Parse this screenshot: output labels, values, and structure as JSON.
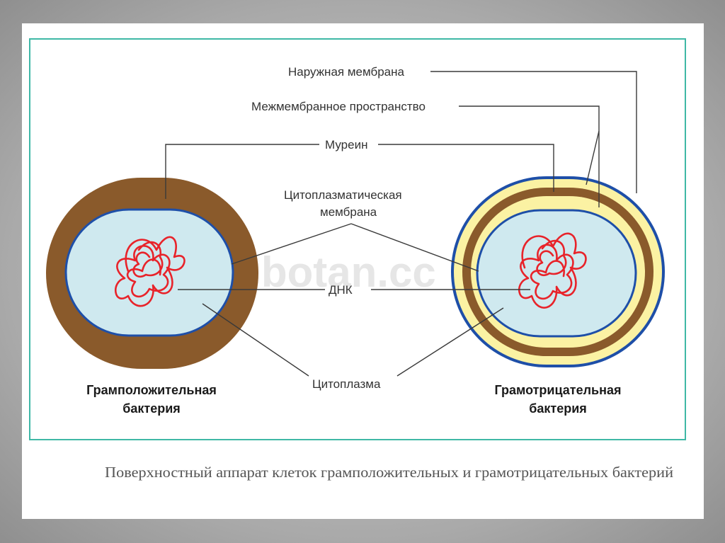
{
  "watermark": "botan.cc",
  "labels": {
    "outer_membrane": "Наружная мембрана",
    "intermembrane_space": "Межмембранное пространство",
    "murein": "Муреин",
    "cytoplasmic_membrane_line1": "Цитоплазматическая",
    "cytoplasmic_membrane_line2": "мембрана",
    "dna": "ДНК",
    "cytoplasm": "Цитоплазма"
  },
  "gram_positive": {
    "line1": "Грамположительная",
    "line2": "бактерия"
  },
  "gram_negative": {
    "line1": "Грамотрицательная",
    "line2": "бактерия"
  },
  "caption": "Поверхностный аппарат клеток грамположительных и грамотрицательных бактерий",
  "colors": {
    "frame": "#3fb8a6",
    "murein": "#8a5a2b",
    "cytoplasm": "#cfe9ef",
    "membrane": "#1e4fa8",
    "intermembrane": "#fbf2a3",
    "dna": "#e8232a"
  }
}
